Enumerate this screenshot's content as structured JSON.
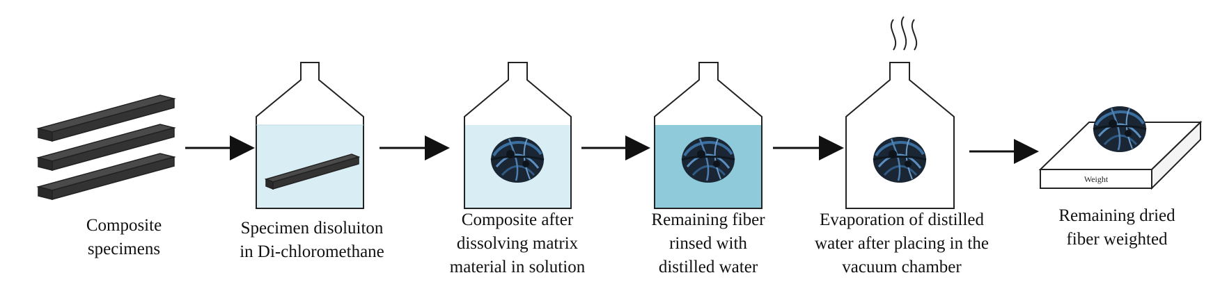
{
  "colors": {
    "stroke": "#222222",
    "specimen_top": "#4a4a4a",
    "specimen_face": "#2a2a2a",
    "solvent_light": "#d9eef4",
    "rinse_water": "#8fcadb",
    "fiber_dark": "#1a2633",
    "fiber_blue": "#3a6fa0"
  },
  "icons": [
    "specimen-bars",
    "bottle",
    "fiber-clump",
    "steam",
    "weighing-plate",
    "arrow"
  ],
  "steps": [
    {
      "caption_lines": [
        "Composite",
        "specimens"
      ]
    },
    {
      "caption_lines": [
        "Specimen disoluiton",
        "in Di-chloromethane"
      ]
    },
    {
      "caption_lines": [
        "Composite after",
        "dissolving matrix",
        "material in solution"
      ]
    },
    {
      "caption_lines": [
        "Remaining fiber",
        "rinsed with",
        "distilled water"
      ]
    },
    {
      "caption_lines": [
        "Evaporation of distilled",
        "water after placing in the",
        "vacuum chamber"
      ]
    },
    {
      "caption_lines": [
        "Remaining dried",
        "fiber weighted"
      ]
    }
  ],
  "plate": {
    "label": "Weight"
  }
}
